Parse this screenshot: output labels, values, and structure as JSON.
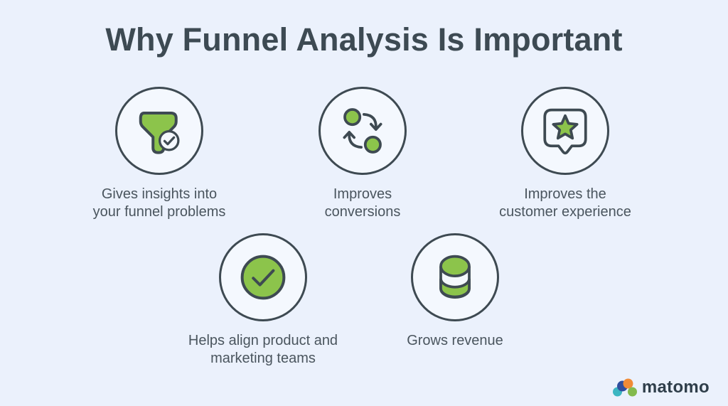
{
  "title": "Why Funnel Analysis Is Important",
  "features": [
    {
      "icon": "funnel-check-icon",
      "caption": "Gives insights into\nyour funnel problems"
    },
    {
      "icon": "conversion-cycle-icon",
      "caption": "Improves\nconversions"
    },
    {
      "icon": "star-badge-icon",
      "caption": "Improves the\ncustomer experience"
    },
    {
      "icon": "check-circle-icon",
      "caption": "Helps align product and\nmarketing teams"
    },
    {
      "icon": "database-icon",
      "caption": "Grows revenue"
    }
  ],
  "logo": {
    "text": "matomo"
  },
  "colors": {
    "background": "#ebf1fc",
    "circle_fill": "#f4f8fe",
    "outline": "#3e4a52",
    "accent_green": "#8cc44b",
    "title_text": "#3d4a53",
    "caption_text": "#4a555e",
    "logo_text": "#2f3e4a",
    "logo_teal": "#3cb6c2",
    "logo_navy": "#2f4e9e",
    "logo_orange": "#f08b36",
    "logo_green": "#83ba4d"
  }
}
